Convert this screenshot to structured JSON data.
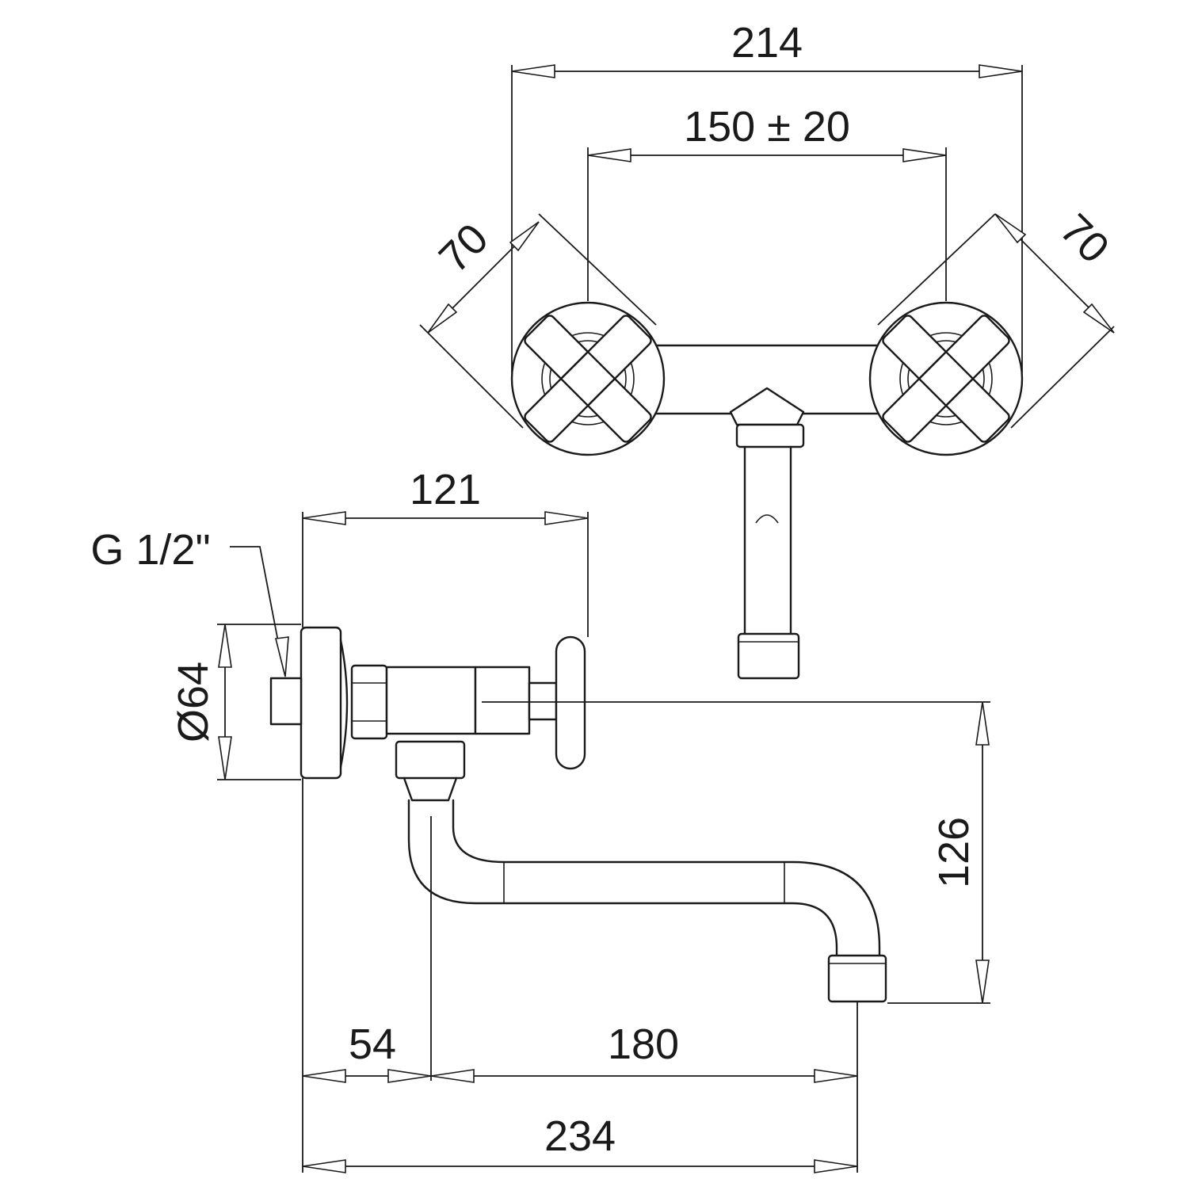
{
  "dimensions": {
    "overall_width": "214",
    "handle_spacing": "150 ± 20",
    "handle_span_left": "70",
    "handle_span_right": "70",
    "wall_to_handle": "121",
    "thread": "G 1/2\"",
    "flange_diameter": "Ø64",
    "spout_height": "126",
    "wall_to_spout_axis": "54",
    "spout_reach": "180",
    "overall_projection": "234"
  }
}
